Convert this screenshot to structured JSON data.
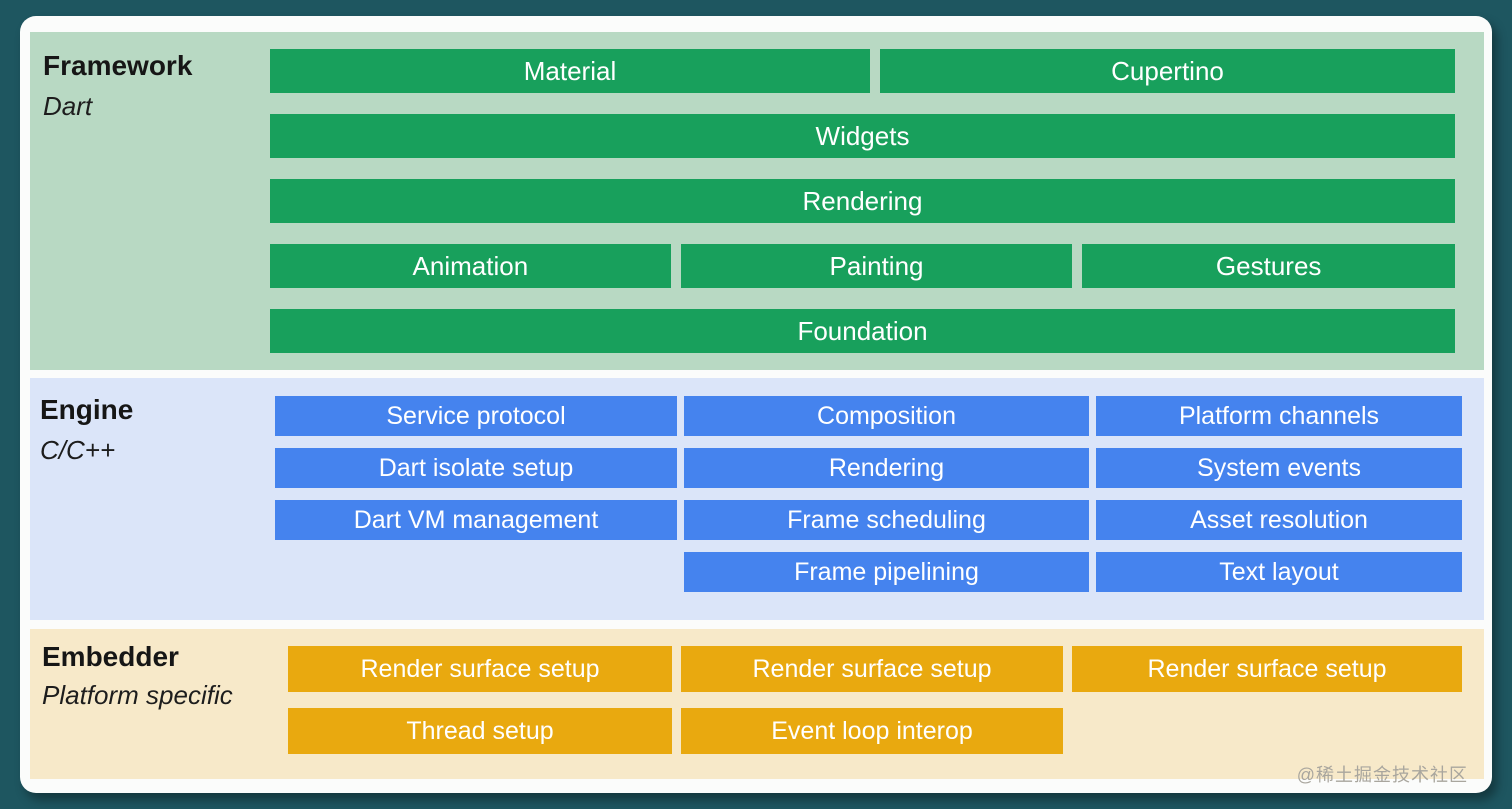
{
  "framework": {
    "title": "Framework",
    "subtitle": "Dart",
    "row1": {
      "material": "Material",
      "cupertino": "Cupertino"
    },
    "row2": {
      "widgets": "Widgets"
    },
    "row3": {
      "rendering": "Rendering"
    },
    "row4": {
      "animation": "Animation",
      "painting": "Painting",
      "gestures": "Gestures"
    },
    "row5": {
      "foundation": "Foundation"
    }
  },
  "engine": {
    "title": "Engine",
    "subtitle": "C/C++",
    "col1": [
      "Service protocol",
      "Dart isolate setup",
      "Dart VM management"
    ],
    "col2": [
      "Composition",
      "Rendering",
      "Frame scheduling",
      "Frame pipelining"
    ],
    "col3": [
      "Platform channels",
      "System events",
      "Asset resolution",
      "Text layout"
    ]
  },
  "embedder": {
    "title": "Embedder",
    "subtitle": "Platform specific",
    "row1": [
      "Render surface setup",
      "Render surface setup",
      "Render surface setup"
    ],
    "row2": [
      "Thread setup",
      "Event loop interop"
    ]
  },
  "watermark": "@稀土掘金技术社区",
  "colors": {
    "frame": "#1e5660",
    "framework_bg": "#b8d9c3",
    "framework_bar": "#18a05c",
    "engine_bg": "#dbe5f9",
    "engine_bar": "#4583ee",
    "embedder_bg": "#f7e9c9",
    "embedder_bar": "#e9a90f"
  }
}
